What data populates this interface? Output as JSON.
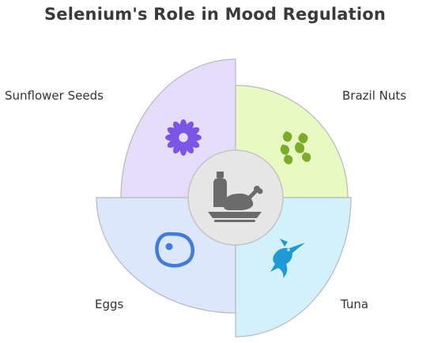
{
  "title": "Selenium's Role in Mood Regulation",
  "quadrants": [
    {
      "label": "Sunflower Seeds",
      "color": "#e6dcfb",
      "icon": "flower-icon",
      "icon_color": "#7a55e6"
    },
    {
      "label": "Brazil Nuts",
      "color": "#e8f9c2",
      "icon": "nuts-icon",
      "icon_color": "#7aac28"
    },
    {
      "label": "Eggs",
      "color": "#dce7fb",
      "icon": "egg-icon",
      "icon_color": "#3f7be0"
    },
    {
      "label": "Tuna",
      "color": "#d2f1fb",
      "icon": "fish-icon",
      "icon_color": "#1f9ad6"
    }
  ],
  "center": {
    "icon": "food-icon",
    "color": "#e6e6e6",
    "icon_color": "#6b6b6b"
  }
}
